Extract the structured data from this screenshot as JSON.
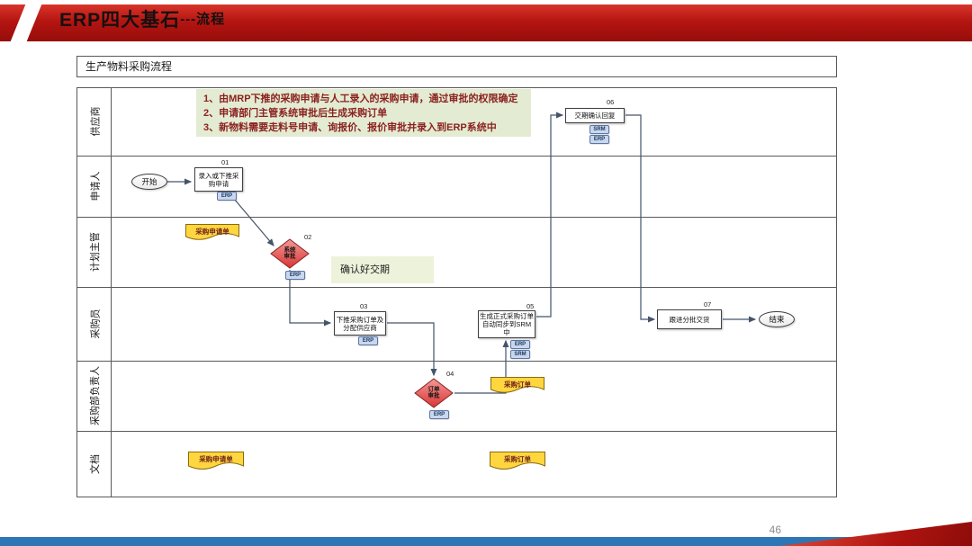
{
  "slide": {
    "title": "ERP四大基石",
    "title_suffix": "---流程",
    "page_number": "46"
  },
  "flowchart": {
    "title": "生产物料采购流程",
    "lanes": [
      "供应商",
      "申请人",
      "计划主管",
      "采购员",
      "采购部负责人",
      "文档"
    ],
    "note": {
      "lines": [
        "1、由MRP下推的采购申请与人工录入的采购申请，通过审批的权限确定",
        "2、申请部门主管系统审批后生成采购订单",
        "3、新物料需要走料号申请、询报价、报价审批并录入到ERP系统中"
      ]
    },
    "delivery_note": "确认好交期",
    "nodes": {
      "start": {
        "label": "开始"
      },
      "n01": {
        "num": "01",
        "label": "录入或下推采购申请",
        "tags": [
          "ERP"
        ]
      },
      "n02": {
        "num": "02",
        "label": "系统审批",
        "tags": [
          "ERP"
        ]
      },
      "n03": {
        "num": "03",
        "label": "下推采购订单及分配供应商",
        "tags": [
          "ERP"
        ]
      },
      "n04": {
        "num": "04",
        "label": "订单审批",
        "tags": [
          "ERP"
        ]
      },
      "n05": {
        "num": "05",
        "label": "生成正式采购订单自动同步到SRM中",
        "tags": [
          "ERP",
          "SRM"
        ]
      },
      "n06": {
        "num": "06",
        "label": "交期确认回复",
        "tags": [
          "SRM",
          "ERP"
        ]
      },
      "n07": {
        "num": "07",
        "label": "跟进分批交货"
      },
      "end": {
        "label": "结束"
      }
    },
    "documents": {
      "planner_request": "采购申请单",
      "manager_order": "采购订单",
      "archive_request": "采购申请单",
      "archive_order": "采购订单"
    },
    "colors": {
      "header_red": "#b51511",
      "diamond_red": "#d93535",
      "document_yellow": "#ffd63e",
      "badge_blue": "#c9d7ee",
      "note_green": "#e3ecd2",
      "footer_blue": "#2e75b6",
      "connector": "#44546a"
    }
  }
}
